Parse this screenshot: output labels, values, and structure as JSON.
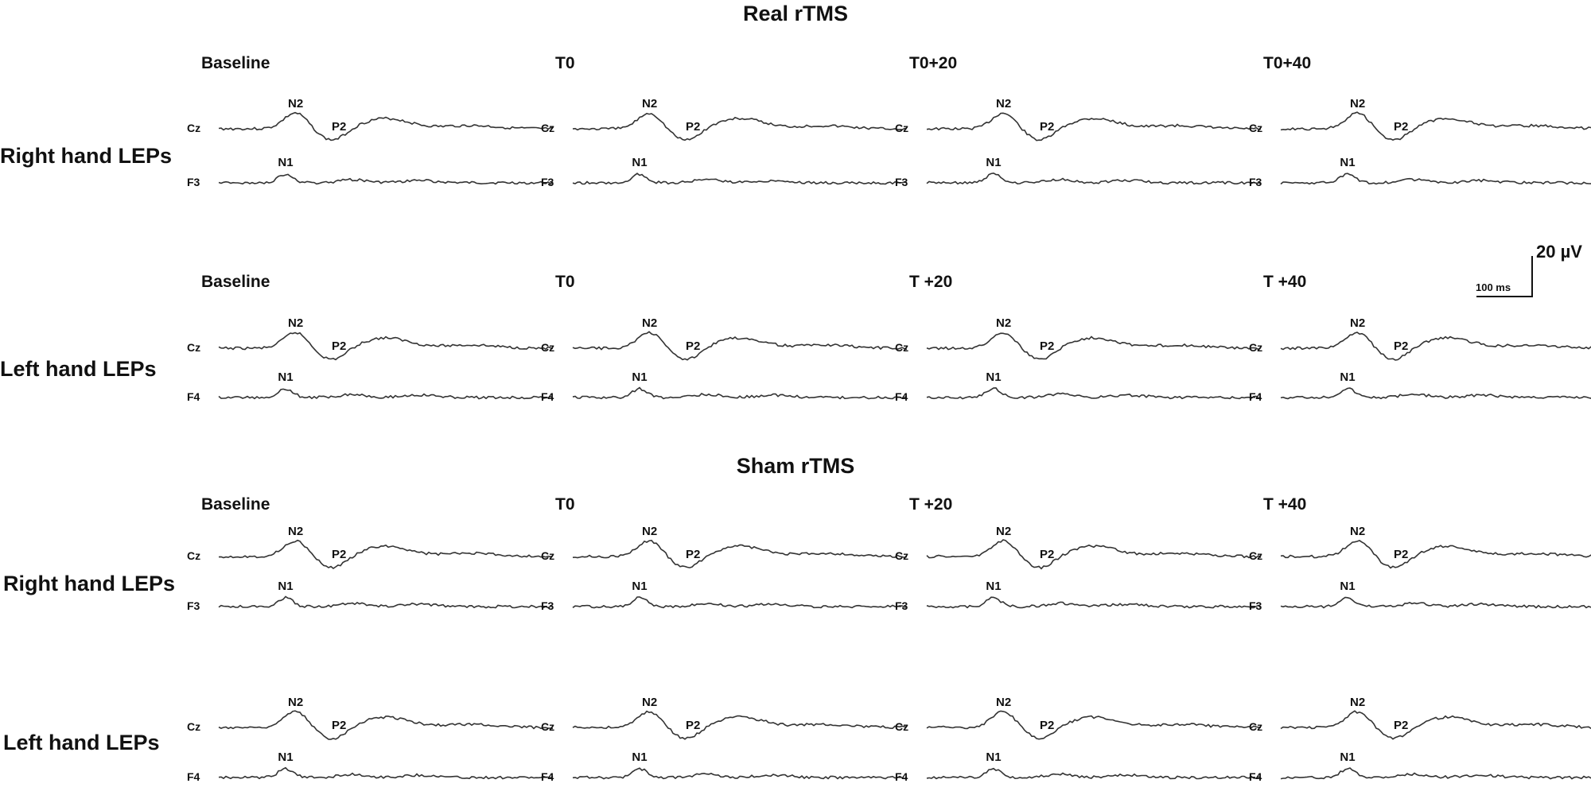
{
  "sections": [
    {
      "title": "Real rTMS",
      "rows": [
        {
          "label": "Right hand LEPs",
          "upper_channel": "Cz",
          "lower_channel": "F3",
          "headers": [
            "Baseline",
            "T0",
            "T0+20",
            "T0+40"
          ],
          "peak_labels": {
            "upper_peak1": "N2",
            "upper_peak2": "P2",
            "lower_peak": "N1"
          }
        },
        {
          "label": "Left hand LEPs",
          "upper_channel": "Cz",
          "lower_channel": "F4",
          "headers": [
            "Baseline",
            "T0",
            "T +20",
            "T +40"
          ],
          "peak_labels": {
            "upper_peak1": "N2",
            "upper_peak2": "P2",
            "lower_peak": "N1"
          }
        }
      ]
    },
    {
      "title": "Sham rTMS",
      "rows": [
        {
          "label": "Right hand LEPs",
          "upper_channel": "Cz",
          "lower_channel": "F3",
          "headers": [
            "Baseline",
            "T0",
            "T +20",
            "T +40"
          ],
          "peak_labels": {
            "upper_peak1": "N2",
            "upper_peak2": "P2",
            "lower_peak": "N1"
          }
        },
        {
          "label": "Left hand LEPs",
          "upper_channel": "Cz",
          "lower_channel": "F4",
          "headers": [],
          "peak_labels": {
            "upper_peak1": "N2",
            "upper_peak2": "P2",
            "lower_peak": "N1"
          }
        }
      ]
    }
  ],
  "scale_bar": {
    "amplitude": "20 µV",
    "time": "100 ms"
  }
}
